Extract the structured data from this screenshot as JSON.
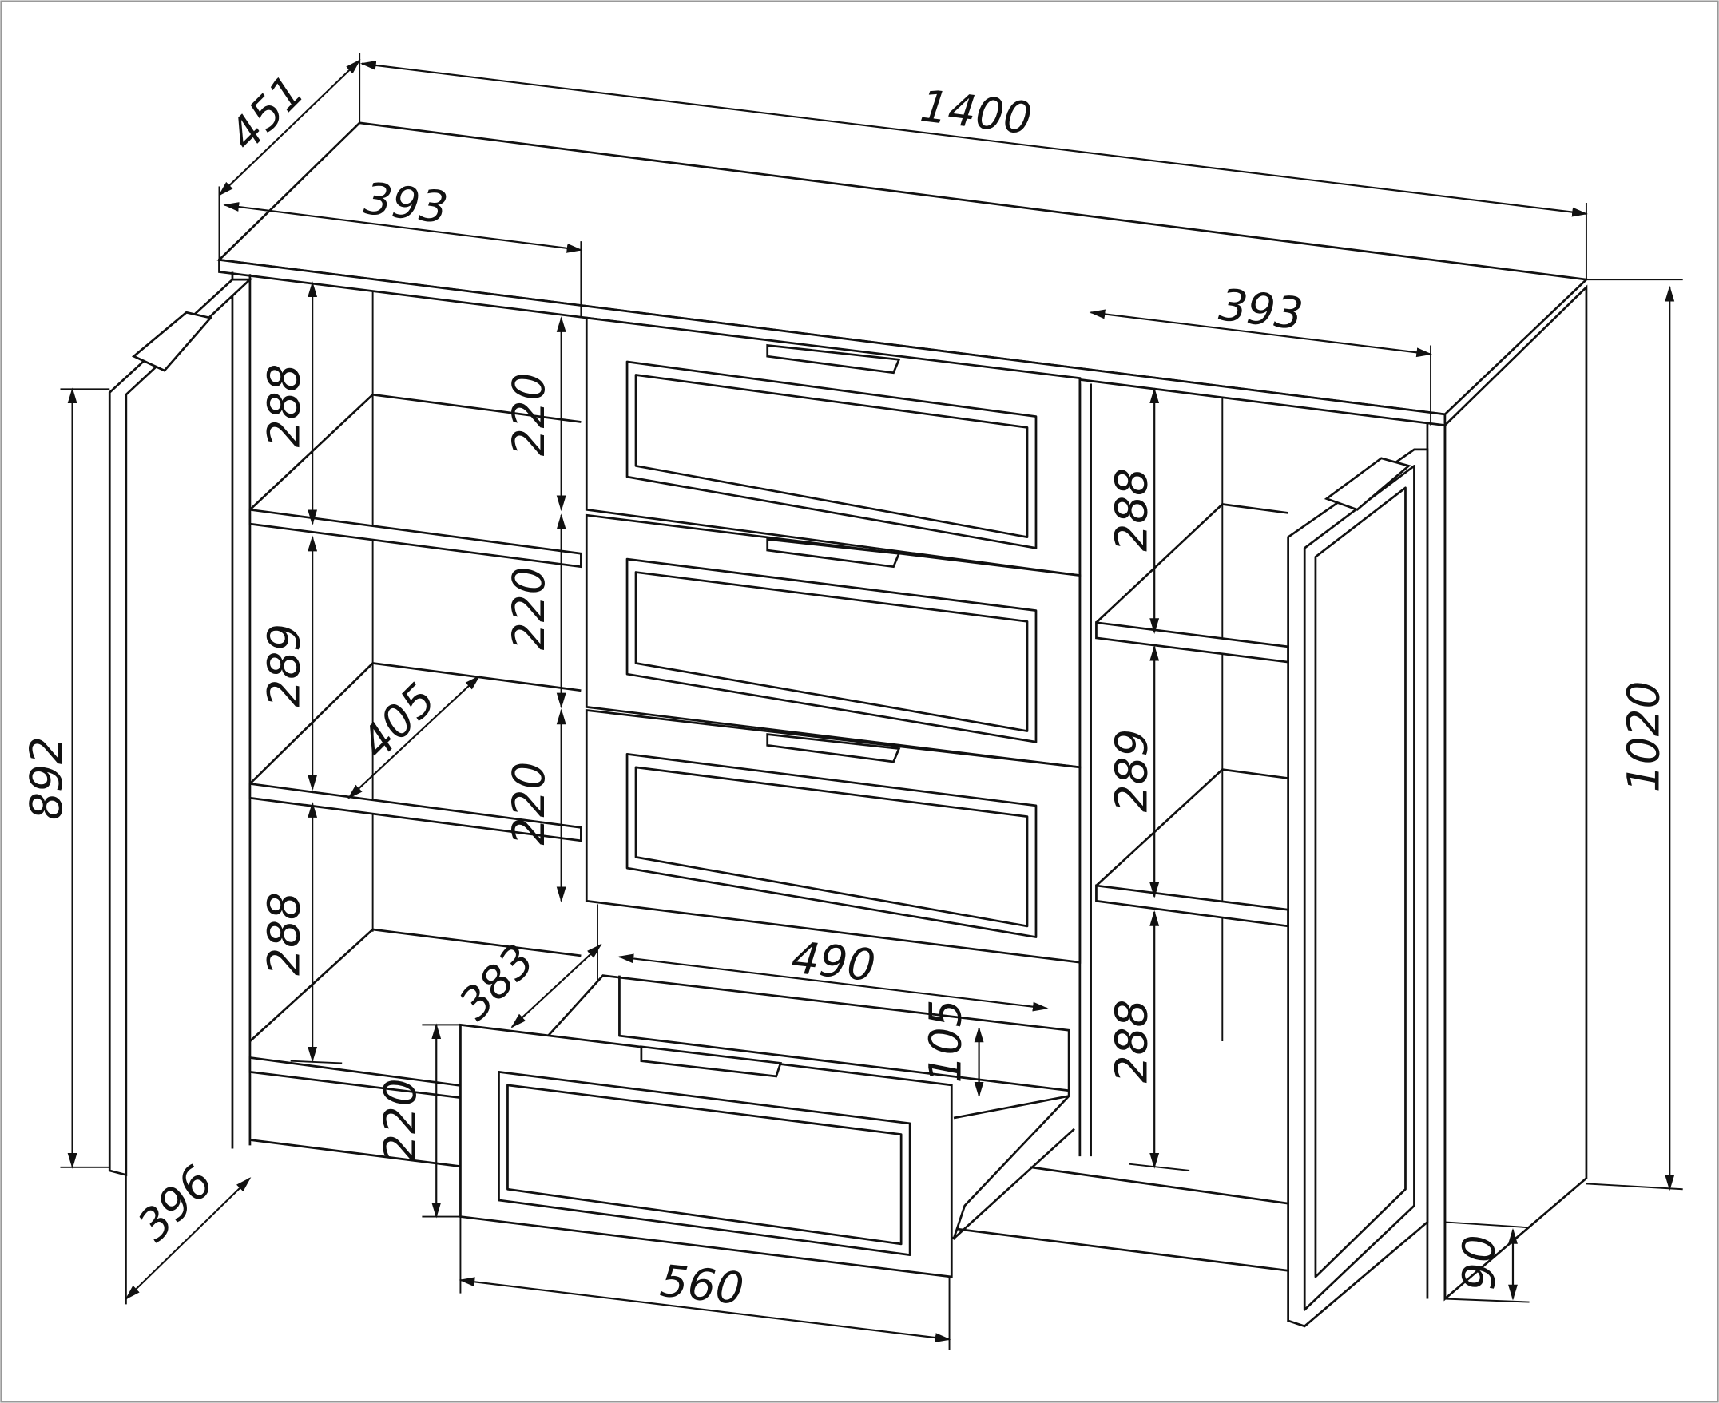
{
  "title": "Cabinet dimension drawing",
  "dimensions": {
    "depth_top": "451",
    "width_total": "1400",
    "left_section_width": "393",
    "right_section_width": "393",
    "height_total": "1020",
    "door_height": "892",
    "left_shelf_top": "288",
    "left_shelf_middle": "289",
    "left_shelf_bottom": "288",
    "drawer_1": "220",
    "drawer_2": "220",
    "drawer_3": "220",
    "shelf_depth": "405",
    "right_shelf_top": "288",
    "right_shelf_middle": "289",
    "right_shelf_bottom": "288",
    "drawer_inner_width": "490",
    "drawer_inner_depth": "383",
    "drawer_inner_height": "105",
    "open_drawer_front_height": "220",
    "open_drawer_front_width": "560",
    "door_width": "396",
    "plinth_height": "90"
  }
}
